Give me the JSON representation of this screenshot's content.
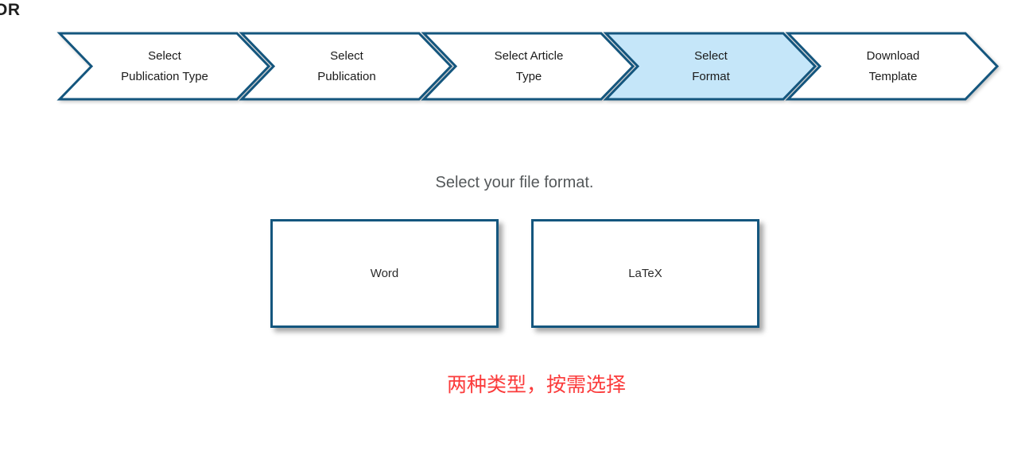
{
  "page": {
    "header_fragment": "OR",
    "instruction": "Select your file format.",
    "annotation": "两种类型，按需选择"
  },
  "wizard": {
    "active_step": "Select Format",
    "steps": [
      {
        "label": "Select Publication Type",
        "line1": "Select",
        "line2": "Publication Type",
        "active": false
      },
      {
        "label": "Select Publication",
        "line1": "Select",
        "line2": "Publication",
        "active": false
      },
      {
        "label": "Select Article Type",
        "line1": "Select Article",
        "line2": "Type",
        "active": false
      },
      {
        "label": "Select Format",
        "line1": "Select",
        "line2": "Format",
        "active": true
      },
      {
        "label": "Download Template",
        "line1": "Download",
        "line2": "Template",
        "active": false
      }
    ]
  },
  "format_options": [
    {
      "label": "Word"
    },
    {
      "label": "LaTeX"
    }
  ],
  "colors": {
    "accent_blue": "#14567e",
    "active_step_fill": "#c5e6f9",
    "instruction_gray": "#54585a",
    "annotation_red": "#fb3b3b"
  }
}
